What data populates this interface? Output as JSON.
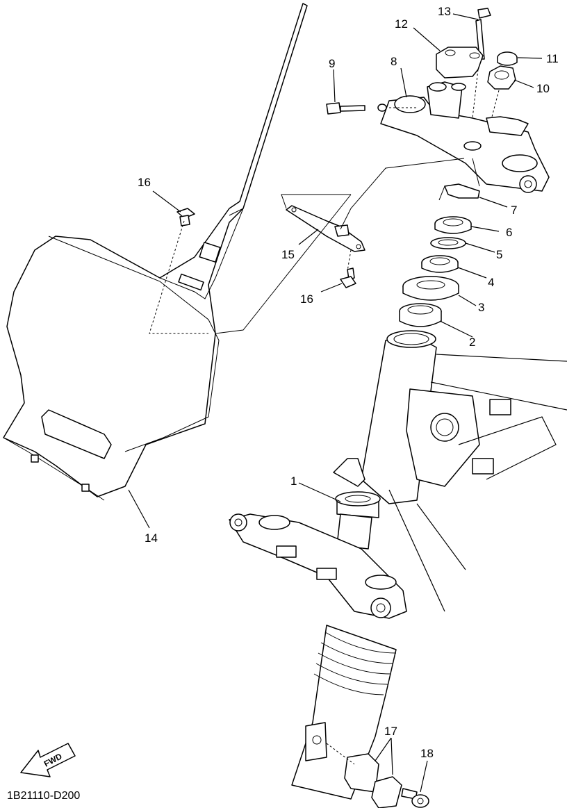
{
  "diagram_code": "1B21110-D200",
  "fwd_label": "FWD",
  "callouts": {
    "c1": "1",
    "c2": "2",
    "c3": "3",
    "c4": "4",
    "c5": "5",
    "c6": "6",
    "c7": "7",
    "c8": "8",
    "c9": "9",
    "c10": "10",
    "c11": "11",
    "c12": "12",
    "c13": "13",
    "c14": "14",
    "c15": "15",
    "c16a": "16",
    "c16b": "16",
    "c17": "17",
    "c18": "18"
  }
}
